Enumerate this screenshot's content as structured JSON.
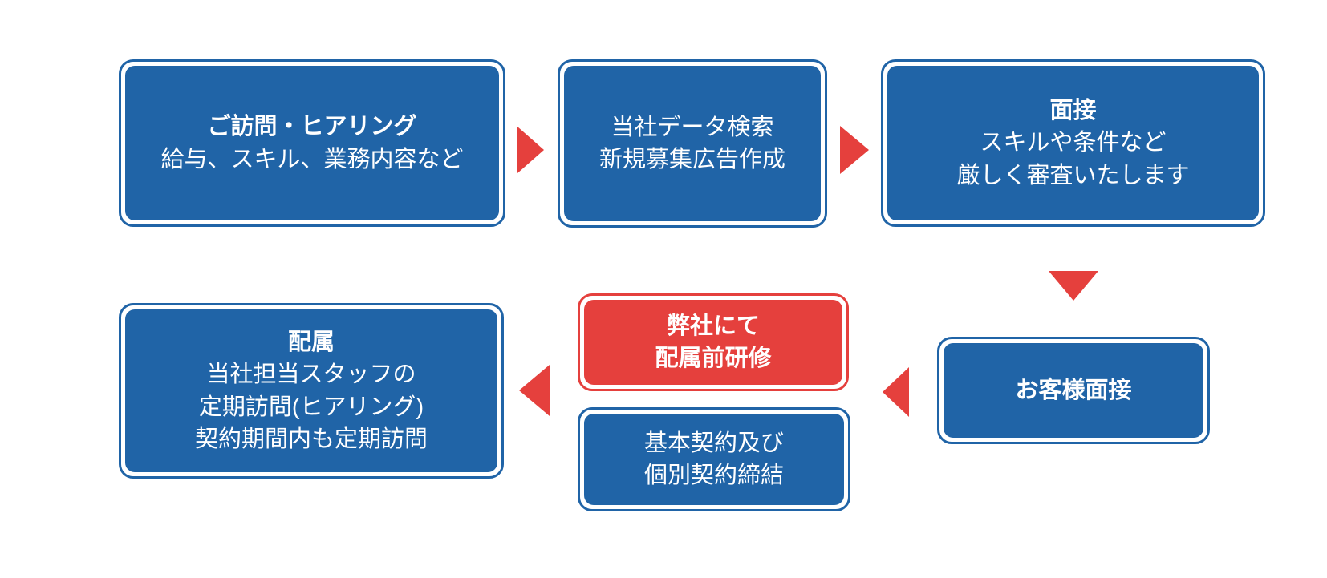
{
  "diagram": {
    "type": "flowchart",
    "language": "ja",
    "colors": {
      "box_blue": "#2064A7",
      "box_red": "#E5403D",
      "arrow_red": "#E5403D",
      "text_white": "#FFFFFF",
      "background": "#FFFFFF"
    },
    "boxes": {
      "visit": {
        "title": "ご訪問・ヒアリング",
        "line1": "給与、スキル、業務内容など"
      },
      "search": {
        "line1": "当社データ検索",
        "line2": "新規募集広告作成"
      },
      "interview": {
        "title": "面接",
        "line1": "スキルや条件など",
        "line2": "厳しく審査いたします"
      },
      "client_interview": {
        "title": "お客様面接"
      },
      "training": {
        "line1": "弊社にて",
        "line2": "配属前研修"
      },
      "contract": {
        "line1": "基本契約及び",
        "line2": "個別契約締結"
      },
      "assignment": {
        "title": "配属",
        "line1": "当社担当スタッフの",
        "line2": "定期訪問(ヒアリング)",
        "line3": "契約期間内も定期訪問"
      }
    }
  }
}
